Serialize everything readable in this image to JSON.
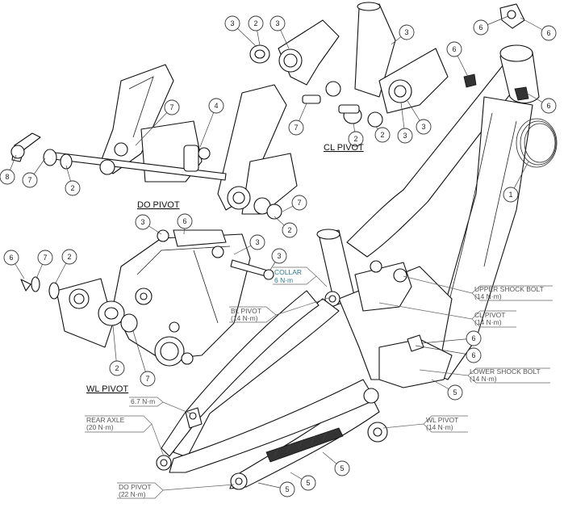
{
  "pivot_labels": {
    "do_pivot": "DO PIVOT",
    "cl_pivot": "CL PIVOT",
    "wl_pivot": "WL PIVOT"
  },
  "callouts": {
    "collar_label": "COLLAR",
    "collar_torque": "6 N·m",
    "bl_pivot_label": "BL PIVOT",
    "bl_pivot_torque": "(14 N·m)",
    "upper_shock_bolt_label": "UPPER SHOCK BOLT",
    "upper_shock_bolt_torque": "(14 N·m)",
    "cl_pivot_label": "CL PIVOT",
    "cl_pivot_torque": "(14 N·m)",
    "lower_shock_bolt_label": "LOWER SHOCK BOLT",
    "lower_shock_bolt_torque": "(14 N·m)",
    "wl_pivot_label": "WL PIVOT",
    "wl_pivot_torque": "(14 N·m)",
    "rear_axle_label": "REAR AXLE",
    "rear_axle_torque": "(20 N·m)",
    "do_pivot_label": "DO PIVOT",
    "do_pivot_torque": "(22 N·m)",
    "dropout_bolt_torque": "6.7 N·m"
  },
  "part_numbers": {
    "p1": "1",
    "p2": "2",
    "p3": "3",
    "p4": "4",
    "p5": "5",
    "p6": "6",
    "p7": "7",
    "p8": "8"
  }
}
